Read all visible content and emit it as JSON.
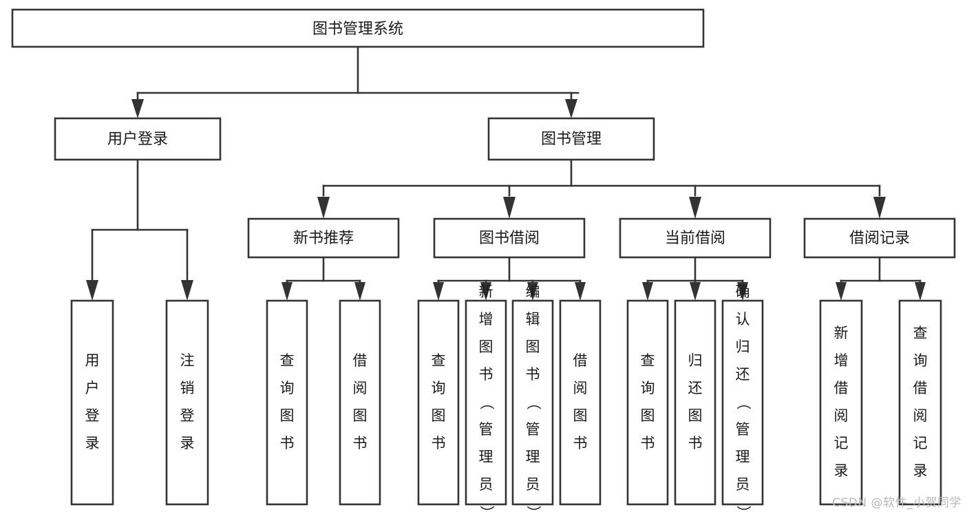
{
  "diagram": {
    "type": "hierarchy-tree",
    "title": "图书管理系统",
    "root": {
      "id": "root",
      "label": "图书管理系统",
      "orientation": "horizontal"
    },
    "level2": [
      {
        "id": "user-login",
        "label": "用户登录",
        "orientation": "horizontal"
      },
      {
        "id": "book-manage",
        "label": "图书管理",
        "orientation": "horizontal"
      }
    ],
    "level3": [
      {
        "id": "new-book-rec",
        "label": "新书推荐",
        "parent": "book-manage",
        "orientation": "horizontal"
      },
      {
        "id": "book-borrow",
        "label": "图书借阅",
        "parent": "book-manage",
        "orientation": "horizontal"
      },
      {
        "id": "current-borrow",
        "label": "当前借阅",
        "parent": "book-manage",
        "orientation": "horizontal"
      },
      {
        "id": "borrow-record",
        "label": "借阅记录",
        "parent": "book-manage",
        "orientation": "horizontal"
      }
    ],
    "leaves": [
      {
        "id": "leaf-user-login",
        "label": "用户登录",
        "parent": "user-login",
        "orientation": "vertical"
      },
      {
        "id": "leaf-user-logout",
        "label": "注销登录",
        "parent": "user-login",
        "orientation": "vertical"
      },
      {
        "id": "leaf-rec-query",
        "label": "查询图书",
        "parent": "new-book-rec",
        "orientation": "vertical"
      },
      {
        "id": "leaf-rec-borrow",
        "label": "借阅图书",
        "parent": "new-book-rec",
        "orientation": "vertical"
      },
      {
        "id": "leaf-borrow-query",
        "label": "查询图书",
        "parent": "book-borrow",
        "orientation": "vertical"
      },
      {
        "id": "leaf-borrow-add",
        "label": "新增图书（管理员）",
        "parent": "book-borrow",
        "orientation": "vertical"
      },
      {
        "id": "leaf-borrow-edit",
        "label": "编辑图书（管理员）",
        "parent": "book-borrow",
        "orientation": "vertical"
      },
      {
        "id": "leaf-borrow-lend",
        "label": "借阅图书",
        "parent": "book-borrow",
        "orientation": "vertical"
      },
      {
        "id": "leaf-cur-query",
        "label": "查询图书",
        "parent": "current-borrow",
        "orientation": "vertical"
      },
      {
        "id": "leaf-cur-return",
        "label": "归还图书",
        "parent": "current-borrow",
        "orientation": "vertical"
      },
      {
        "id": "leaf-cur-confirm",
        "label": "确认归还（管理员）",
        "parent": "current-borrow",
        "orientation": "vertical"
      },
      {
        "id": "leaf-rec-add",
        "label": "新增借阅记录",
        "parent": "borrow-record",
        "orientation": "vertical"
      },
      {
        "id": "leaf-rec-search",
        "label": "查询借阅记录",
        "parent": "borrow-record",
        "orientation": "vertical"
      }
    ],
    "colors": {
      "stroke": "#333333",
      "fill": "#ffffff",
      "text": "#1a1a1a",
      "background": "#ffffff",
      "watermark": "#b9b9b9"
    }
  },
  "watermark": {
    "text": "CSDN @软件_小贺同学"
  }
}
